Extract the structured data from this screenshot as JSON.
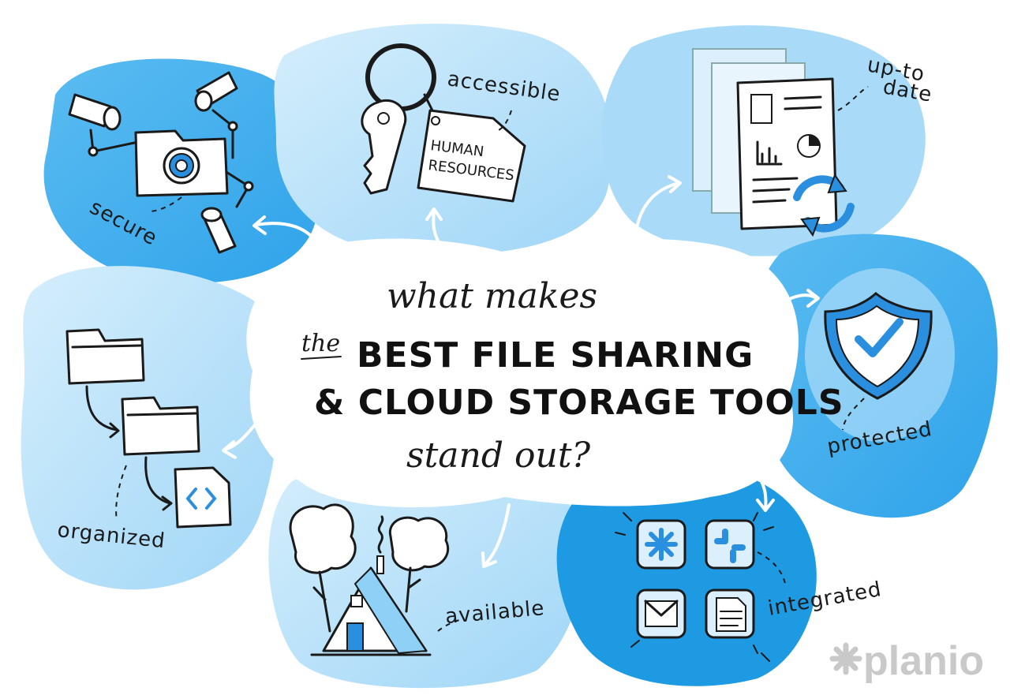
{
  "title": {
    "line1": "what makes",
    "the": "the",
    "line2": "BEST FILE SHARING",
    "line3": "& CLOUD STORAGE TOOLS",
    "line4": "stand out?"
  },
  "labels": {
    "secure": "secure",
    "accessible": "accessible",
    "human": "HUMAN",
    "resources": "RESOURCES",
    "up_to": "up-to",
    "date": "date",
    "protected": "protected",
    "integrated": "integrated",
    "available": "available",
    "organized": "organized"
  },
  "brand": {
    "name": "planio"
  },
  "colors": {
    "blue_light": "#bfe4fb",
    "blue_mid": "#8fd0f6",
    "blue_strong": "#4cb3ee",
    "blue_deep": "#1e9ae3",
    "icon_blue": "#2b8fe0",
    "logo_gray": "#c9c9c9"
  },
  "icons": [
    "camera-icon",
    "folder-icon",
    "key-icon",
    "tag-icon",
    "document-icon",
    "sync-icon",
    "shield-icon",
    "check-icon",
    "folder-icon",
    "code-file-icon",
    "tree-icon",
    "house-icon",
    "app-icon",
    "mail-icon",
    "file-icon",
    "asterisk-icon"
  ]
}
